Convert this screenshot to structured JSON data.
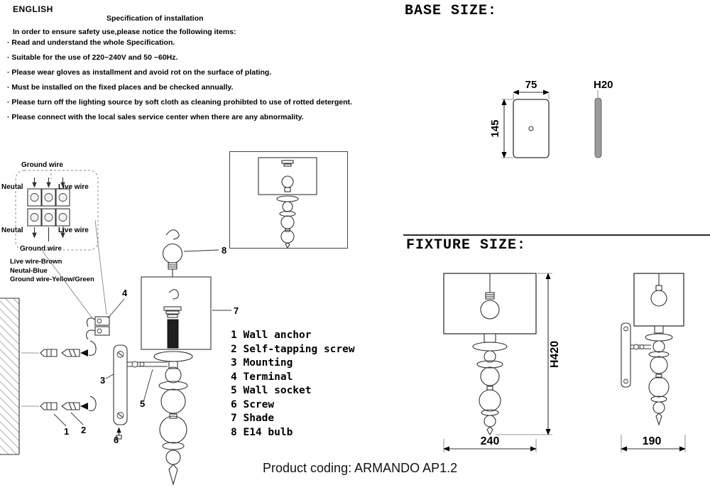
{
  "spec": {
    "language": "ENGLISH",
    "title": "Specification of installation",
    "intro": "In order to ensure safety use,please notice the following items:",
    "items": [
      "·  Read and understand the whole Specification.",
      "·  Suitable for the use of 220~240V and 50 ~60Hz.",
      "·  Please wear gloves as installment and avoid rot on the surface of plating.",
      "·  Must be installed on the fixed places and be checked annually.",
      "·  Please turn off the lighting source by soft cloth as cleaning prohibted to use of rotted detergent.",
      "·  Please connect with the local sales service center when there are any abnormality."
    ]
  },
  "wiring": {
    "ground_top": "Ground wire",
    "neutral_top": "Neutal",
    "live_top": "Live wire",
    "neutral_bottom": "Neutal",
    "live_bottom": "Live wire",
    "ground_bottom": "Ground wire",
    "legend": [
      "Live wire-Brown",
      "Neutal-Blue",
      "Ground wire-Yellow/Green"
    ]
  },
  "callouts": [
    "1",
    "2",
    "3",
    "4",
    "5",
    "6",
    "7",
    "8"
  ],
  "parts_list": [
    "1 Wall anchor",
    "2 Self-tapping screw",
    "3 Mounting",
    "4 Terminal",
    "5 Wall socket",
    "6 Screw",
    "7 Shade",
    "8 E14 bulb"
  ],
  "base_size": {
    "heading": "BASE SIZE:",
    "width": "75",
    "height": "145",
    "depth": "H20"
  },
  "fixture_size": {
    "heading": "FIXTURE SIZE:",
    "height": "H420",
    "front_width": "240",
    "side_depth": "190"
  },
  "footer": {
    "product_coding": "Product coding: ARMANDO AP1.2"
  }
}
